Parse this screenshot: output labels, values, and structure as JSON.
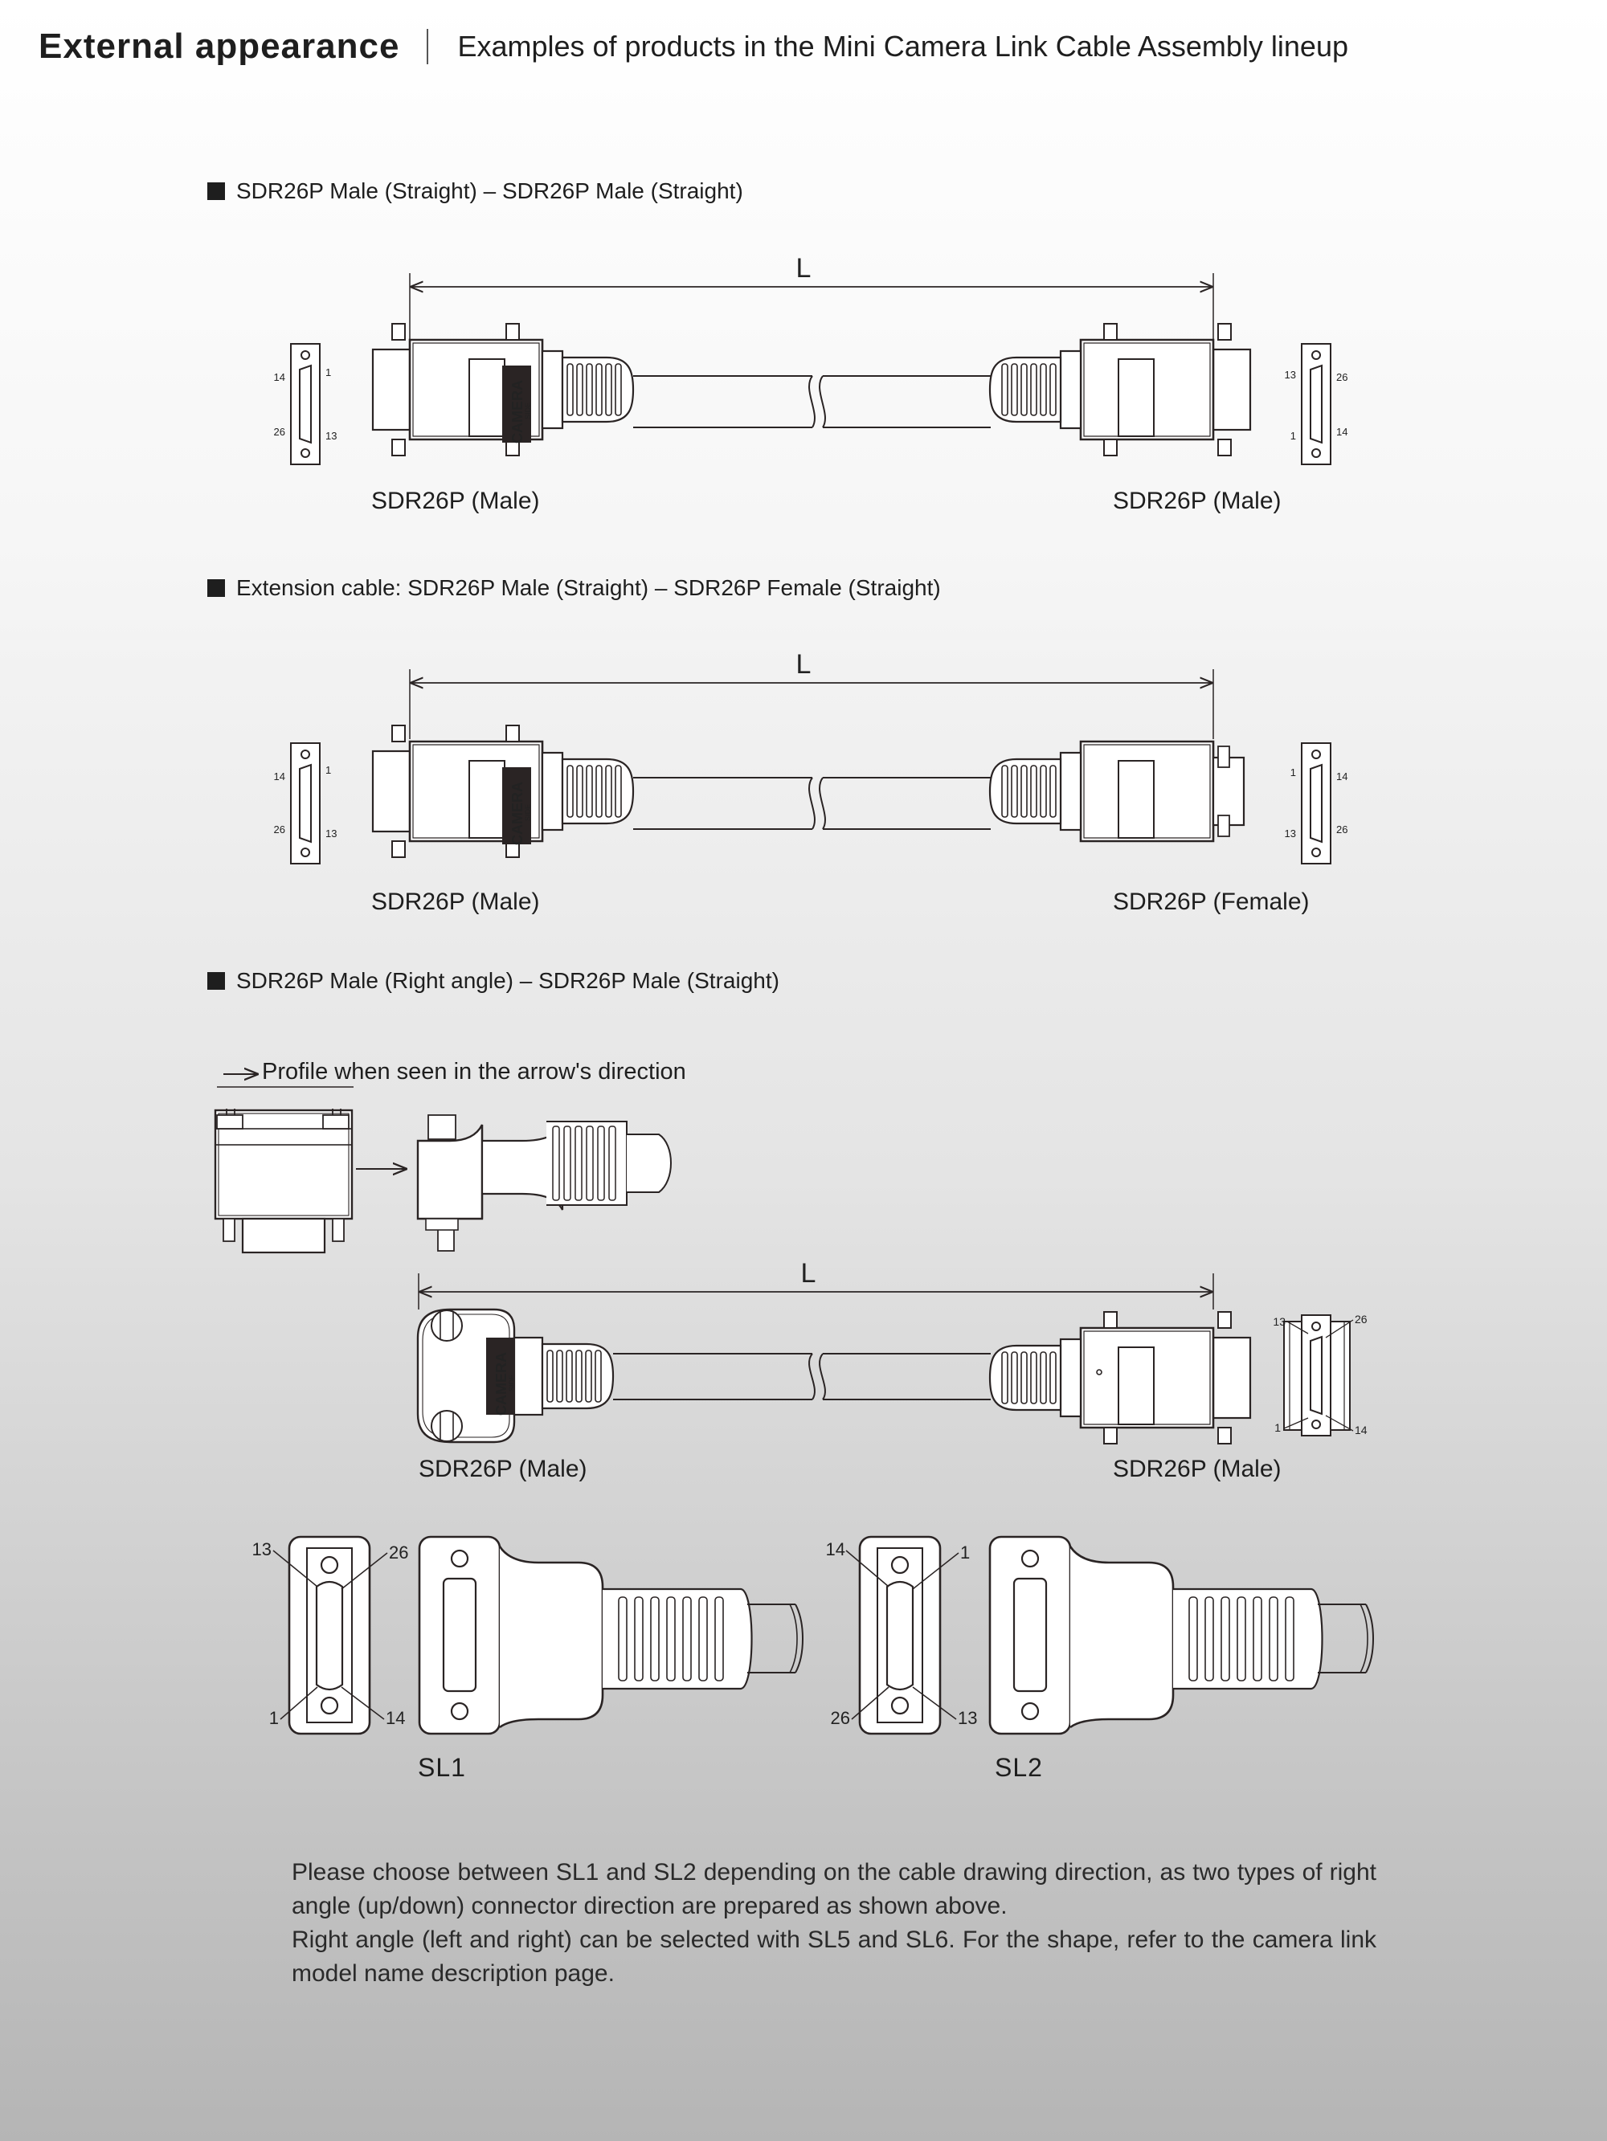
{
  "header": {
    "title": "External appearance",
    "subtitle": "Examples of products in the Mini Camera Link Cable Assembly lineup"
  },
  "sections": [
    {
      "heading": "SDR26P Male (Straight) – SDR26P Male (Straight)",
      "length_label": "L",
      "left_caption": "SDR26P (Male)",
      "right_caption": "SDR26P (Male)",
      "left_pins": {
        "top_left": "14",
        "top_right": "1",
        "bottom_left": "26",
        "bottom_right": "13"
      },
      "right_pins": {
        "top_left": "13",
        "top_right": "26",
        "bottom_left": "1",
        "bottom_right": "14"
      }
    },
    {
      "heading": "Extension cable: SDR26P Male (Straight) – SDR26P Female (Straight)",
      "length_label": "L",
      "left_caption": "SDR26P (Male)",
      "right_caption": "SDR26P (Female)",
      "left_pins": {
        "top_left": "14",
        "top_right": "1",
        "bottom_left": "26",
        "bottom_right": "13"
      },
      "right_pins": {
        "top_left": "1",
        "top_right": "14",
        "bottom_left": "13",
        "bottom_right": "26"
      }
    },
    {
      "heading": "SDR26P Male (Right angle) – SDR26P Male (Straight)",
      "profile_note": "Profile when seen in the arrow's direction",
      "length_label": "L",
      "left_caption": "SDR26P (Male)",
      "right_caption": "SDR26P (Male)",
      "right_pins": {
        "top_left": "13",
        "top_right": "26",
        "bottom_left": "1",
        "bottom_right": "14"
      }
    }
  ],
  "connector_label": {
    "main": "CAMERA",
    "sub": "SIDE"
  },
  "variants": [
    {
      "name": "SL1",
      "pins": {
        "top_left": "13",
        "top_right": "26",
        "bottom_left": "1",
        "bottom_right": "14"
      }
    },
    {
      "name": "SL2",
      "pins": {
        "top_left": "14",
        "top_right": "1",
        "bottom_left": "26",
        "bottom_right": "13"
      }
    }
  ],
  "note": {
    "line1": "Please choose between SL1 and SL2 depending on the cable drawing direction, as two types of right angle (up/down) connector direction are prepared as shown above.",
    "line2": "Right angle (left and right) can be selected with SL5 and SL6. For the shape, refer to the camera link model name description page."
  },
  "colors": {
    "line": "#2a2424",
    "connector_fill": "#ffffff",
    "label_fill": "#2a2424"
  }
}
